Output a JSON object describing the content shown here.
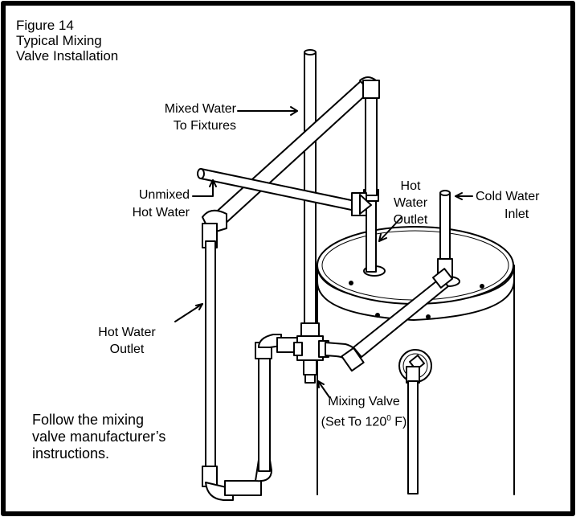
{
  "figure": {
    "number": "Figure 14",
    "title_line1": "Typical Mixing",
    "title_line2": "Valve Installation"
  },
  "labels": {
    "mixed_water_line1": "Mixed Water",
    "mixed_water_line2": "To Fixtures",
    "unmixed_line1": "Unmixed",
    "unmixed_line2": "Hot Water",
    "hot_outlet_top_line1": "Hot",
    "hot_outlet_top_line2": "Water",
    "hot_outlet_top_line3": "Outlet",
    "cold_inlet_line1": "Cold Water",
    "cold_inlet_line2": "Inlet",
    "hot_outlet_left_line1": "Hot Water",
    "hot_outlet_left_line2": "Outlet",
    "mixing_valve_line1": "Mixing Valve",
    "mixing_valve_line2_prefix": "(Set To 120",
    "mixing_valve_degree": "0",
    "mixing_valve_line2_suffix": " F)"
  },
  "note": {
    "line1": "Follow the mixing",
    "line2": "valve manufacturer’s",
    "line3": "instructions."
  },
  "colors": {
    "ink": "#000000",
    "paper": "#ffffff"
  }
}
